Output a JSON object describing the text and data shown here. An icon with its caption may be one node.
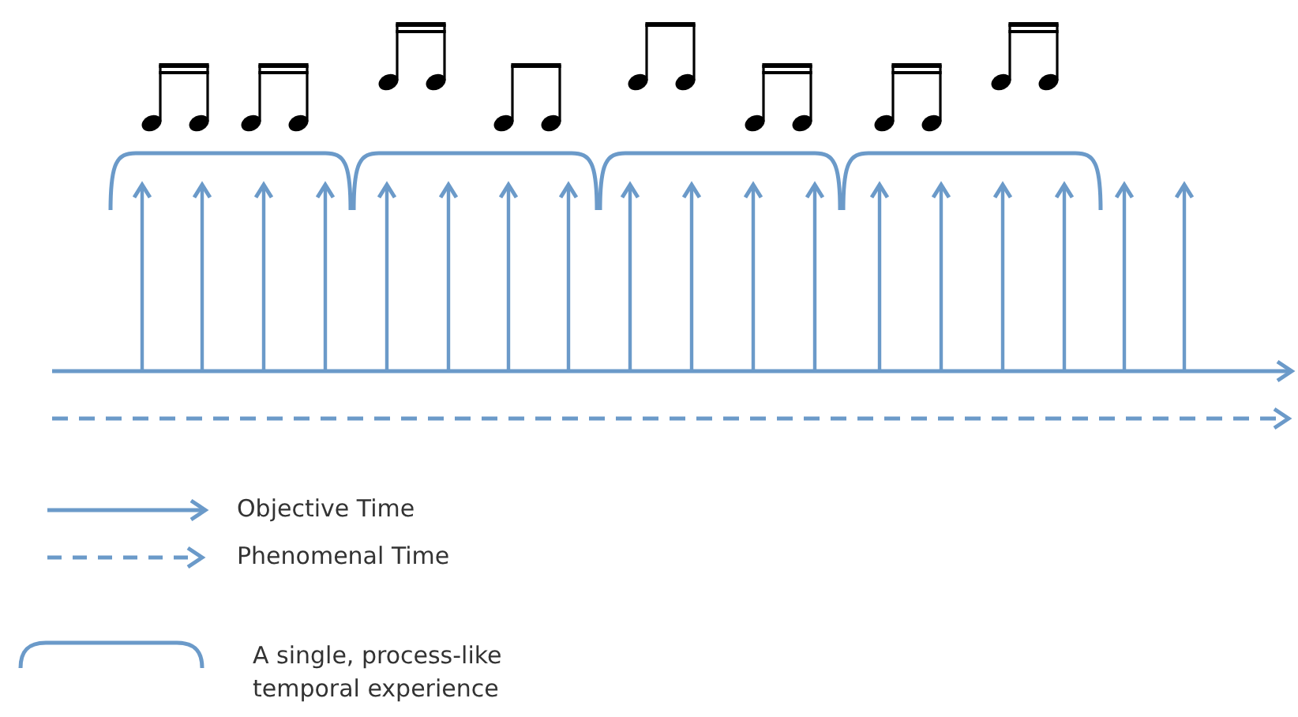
{
  "diagram": {
    "legend": [
      {
        "text": "Objective Time"
      },
      {
        "text": "Phenomenal Time"
      },
      {
        "text": "A single, process-like temporal experience"
      }
    ]
  }
}
